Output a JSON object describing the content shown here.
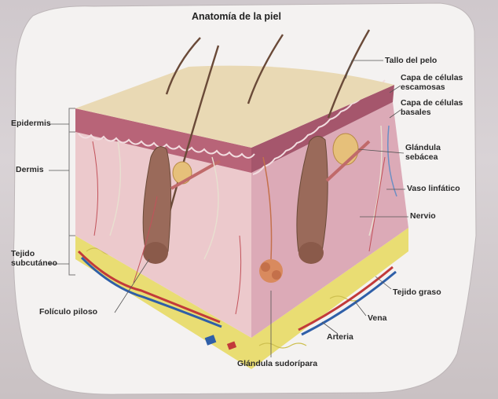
{
  "title": "Anatomía de la piel",
  "labels": {
    "epidermis": "Epidermis",
    "dermis": "Dermis",
    "tejido_subcutaneo_1": "Tejido",
    "tejido_subcutaneo_2": "subcutáneo",
    "foliculo_piloso": "Folículo piloso",
    "tallo_del_pelo": "Tallo del pelo",
    "capa_escamosas_1": "Capa de células",
    "capa_escamosas_2": "escamosas",
    "capa_basales_1": "Capa de células",
    "capa_basales_2": "basales",
    "glandula_sebacea_1": "Glándula",
    "glandula_sebacea_2": "sebácea",
    "vaso_linfatico": "Vaso linfático",
    "nervio": "Nervio",
    "tejido_graso": "Tejido graso",
    "vena": "Vena",
    "arteria": "Arteria",
    "glandula_sudoripara": "Glándula sudorípara"
  },
  "colors": {
    "paper": "#f4f2f1",
    "epidermis_top": "#e9d9b4",
    "epidermis_layer": "#b86478",
    "dermis": "#e8c3c8",
    "dermis_right": "#dba9b6",
    "fat": "#e9dd73",
    "hair": "#6a4a38",
    "artery": "#c23a3a",
    "vein": "#2f5fa8"
  }
}
